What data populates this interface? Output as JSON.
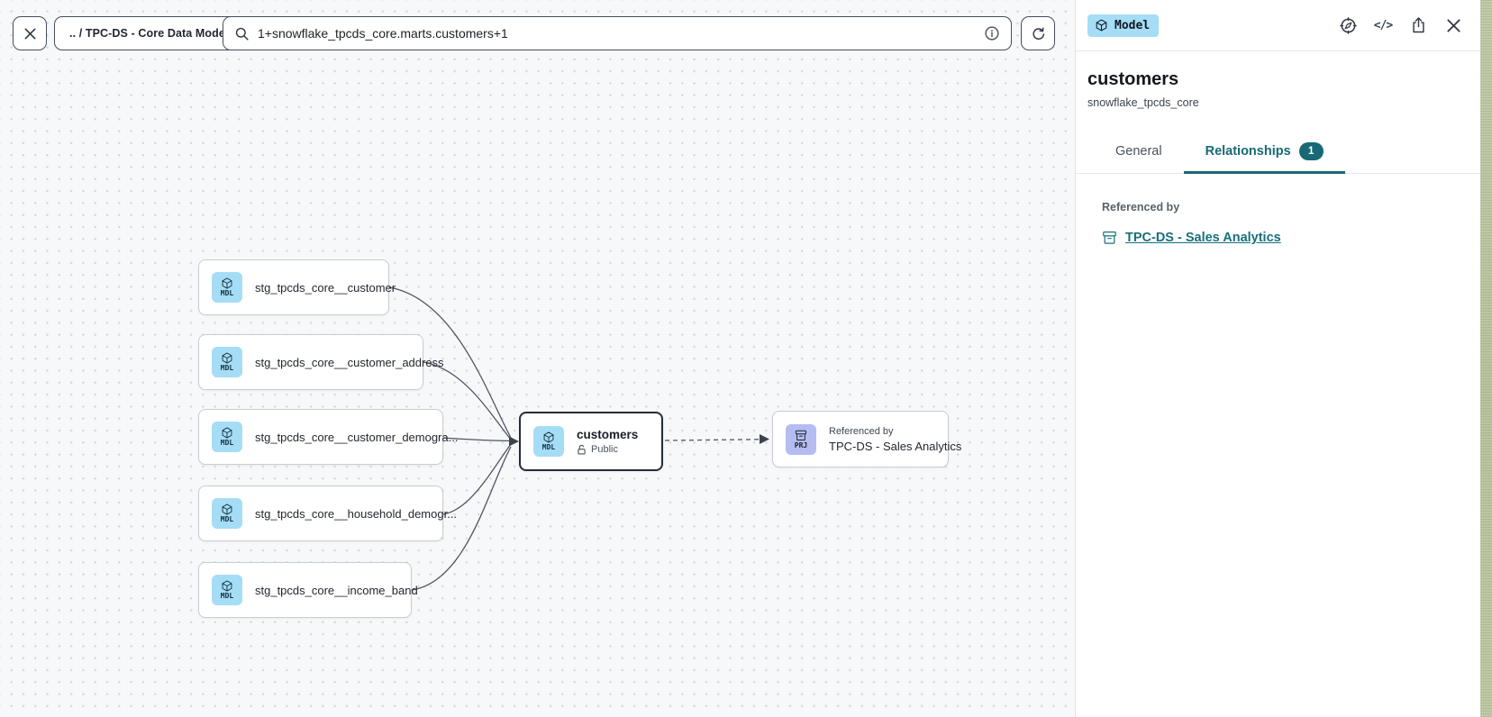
{
  "topbar": {
    "breadcrumb": ".. / TPC-DS - Core Data Models",
    "search_value": "1+snowflake_tpcds_core.marts.customers+1"
  },
  "canvas": {
    "upstream_nodes": [
      {
        "badge": "MDL",
        "label": "stg_tpcds_core__customer"
      },
      {
        "badge": "MDL",
        "label": "stg_tpcds_core__customer_address"
      },
      {
        "badge": "MDL",
        "label": "stg_tpcds_core__customer_demogra..."
      },
      {
        "badge": "MDL",
        "label": "stg_tpcds_core__household_demogr..."
      },
      {
        "badge": "MDL",
        "label": "stg_tpcds_core__income_band"
      }
    ],
    "selected_node": {
      "badge": "MDL",
      "label": "customers",
      "visibility": "Public"
    },
    "downstream_node": {
      "badge": "PRJ",
      "kicker": "Referenced by",
      "label": "TPC-DS - Sales Analytics"
    }
  },
  "panel": {
    "type_badge": "Model",
    "title": "customers",
    "subtitle": "snowflake_tpcds_core",
    "tabs": {
      "general": "General",
      "relationships": "Relationships",
      "relationships_count": "1"
    },
    "referenced_by_heading": "Referenced by",
    "referenced_by_link": "TPC-DS - Sales Analytics"
  },
  "colors": {
    "accent_teal": "#176974",
    "model_tile_bg": "#a6ddf6",
    "project_tile_bg": "#b4bcf1",
    "selected_node_border": "#262d39",
    "canvas_bg": "#f7f8f9"
  }
}
